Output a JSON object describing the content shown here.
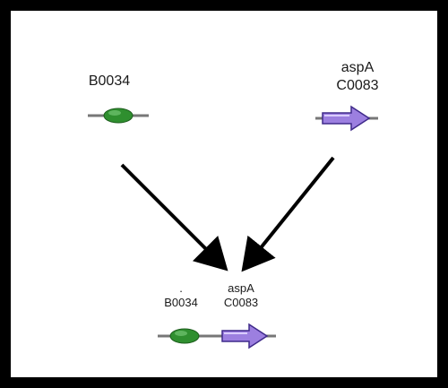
{
  "diagram": {
    "inputs": {
      "left": {
        "name": "",
        "id": "B0034",
        "shape": "green-oval-rbs-icon",
        "color": "#2f8f2f"
      },
      "right": {
        "name": "aspA",
        "id": "C0083",
        "shape": "purple-arrow-cds-icon",
        "color": "#9c7fe0"
      }
    },
    "result": {
      "left": {
        "name": ".",
        "id": "B0034"
      },
      "right": {
        "name": "aspA",
        "id": "C0083"
      }
    },
    "colors": {
      "background": "#ffffff",
      "frame": "#000000",
      "arrow": "#000000",
      "backbone": "#777777",
      "rbs_green": "#2f8f2f",
      "cds_purple": "#9c7fe0"
    }
  }
}
